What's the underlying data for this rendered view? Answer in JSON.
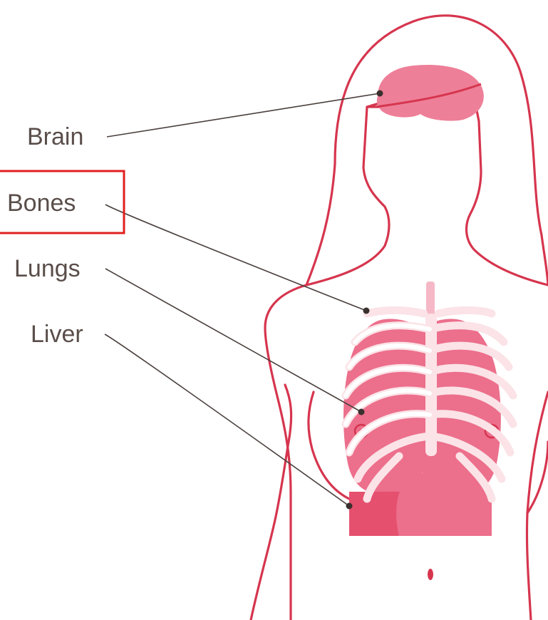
{
  "labels": {
    "brain": "Brain",
    "bones": "Bones",
    "lungs": "Lungs",
    "liver": "Liver"
  },
  "highlighted_label": "bones",
  "colors": {
    "body_outline": "#d6354e",
    "organ_pink": "#ee7f98",
    "lung_pink": "#ec6f8c",
    "liver": "#e4506e",
    "ribs": "#fbe3e7",
    "label_text": "#5a4e4a",
    "highlight_box": "#e02020"
  }
}
